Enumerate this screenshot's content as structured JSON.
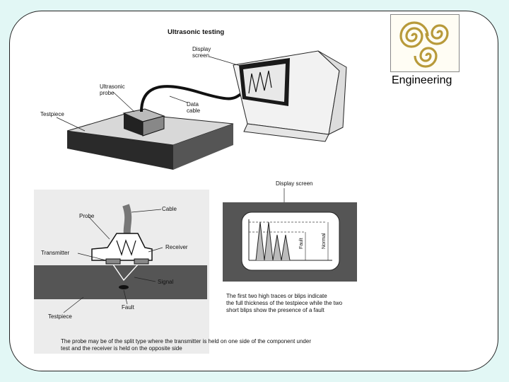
{
  "slide": {
    "brand_label": "Engineering",
    "logo_icon": "triple-spiral-icon",
    "logo_color": "#b89a3a"
  },
  "top_figure": {
    "title": "Ultrasonic testing",
    "display_screen_label": [
      "Display",
      "screen"
    ],
    "probe_label": [
      "Ultrasonic",
      "probe"
    ],
    "data_cable_label": [
      "Data",
      "cable"
    ],
    "testpiece_label": "Testpiece"
  },
  "split_probe_figure": {
    "probe_label": "Probe",
    "cable_label": "Cable",
    "transmitter_label": "Transmitter",
    "receiver_label": "Receiver",
    "signal_label": "Signal",
    "fault_label": "Fault",
    "testpiece_label": "Testpiece"
  },
  "display_figure": {
    "title": "Display screen",
    "fault_axis_label": "Fault",
    "normal_axis_label": "Normal"
  },
  "captions": {
    "display_caption": [
      "The first two high traces or blips  indicate",
      "the full thickness of the testpiece while the two",
      "short blips show the presence of a fault"
    ],
    "probe_caption": [
      "The probe may be of the split type where the transmitter is held on one side of the component under",
      "test and the receiver is held on the opposite side"
    ]
  }
}
